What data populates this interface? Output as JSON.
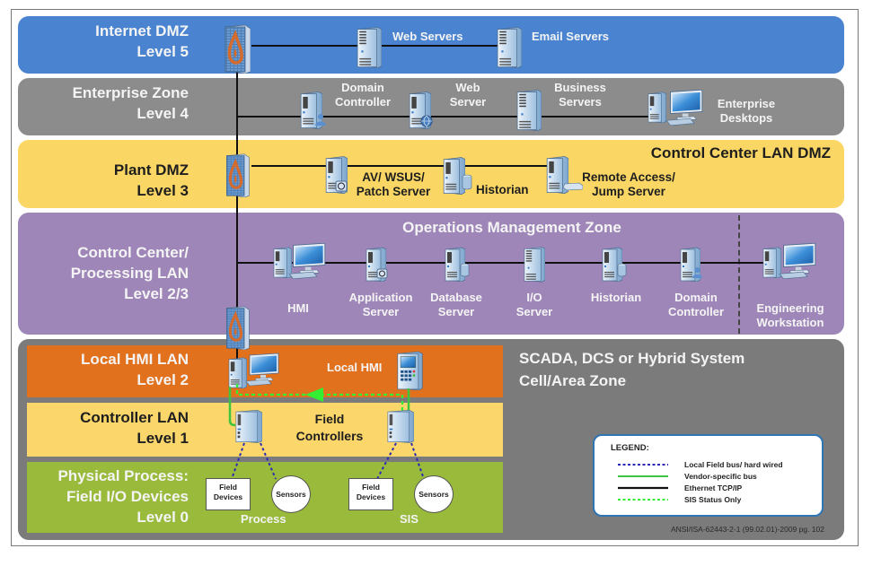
{
  "title": "ICS Network Reference Architecture (ISA-62443 Levels)",
  "colors": {
    "internet_dmz": "#4a84d0",
    "enterprise_zone": "#8c8c8c",
    "plant_dmz": "#fad665",
    "operations": "#9f86b8",
    "cell_area": "#7b7b7b",
    "local_hmi": "#e2711d",
    "controller_lan": "#fbd66a",
    "physical_process": "#9aba3c",
    "ethernet": "#111111",
    "field_bus": "#2a2ab4",
    "vendor_bus": "#3fc43f",
    "sis_status": "#33ee33"
  },
  "zones": {
    "internet_dmz": {
      "label_line1": "Internet DMZ",
      "label_line2": "Level 5",
      "devices": [
        {
          "name": "Web Servers",
          "icon": "server-tower-icon"
        },
        {
          "name": "Email Servers",
          "icon": "server-tower-icon"
        }
      ]
    },
    "enterprise_zone": {
      "label_line1": "Enterprise Zone",
      "label_line2": "Level 4",
      "devices": [
        {
          "line1": "Domain",
          "line2": "Controller",
          "icon": "domain-controller-server-icon"
        },
        {
          "line1": "Web",
          "line2": "Server",
          "icon": "web-server-icon"
        },
        {
          "line1": "Business",
          "line2": "Servers",
          "icon": "server-tower-icon"
        },
        {
          "line1": "Enterprise",
          "line2": "Desktops",
          "icon": "desktop-workstation-icon"
        }
      ]
    },
    "plant_dmz": {
      "label_line1": "Plant DMZ",
      "label_line2": "Level 3",
      "sub_title": "Control Center LAN DMZ",
      "devices": [
        {
          "line1": "AV/ WSUS/",
          "line2": "Patch Server",
          "icon": "application-server-icon"
        },
        {
          "line1": "Historian",
          "line2": "",
          "icon": "database-server-icon"
        },
        {
          "line1": "Remote Access/",
          "line2": "Jump Server",
          "icon": "remote-access-server-icon"
        }
      ]
    },
    "control_center": {
      "label_line1": "Control Center/",
      "label_line2": "Processing LAN",
      "label_line3": "Level 2/3",
      "sub_title": "Operations Management Zone",
      "devices": [
        {
          "line1": "HMI",
          "line2": "",
          "icon": "desktop-workstation-icon"
        },
        {
          "line1": "Application",
          "line2": "Server",
          "icon": "application-server-icon"
        },
        {
          "line1": "Database",
          "line2": "Server",
          "icon": "database-server-icon"
        },
        {
          "line1": "I/O",
          "line2": "Server",
          "icon": "server-tower-icon"
        },
        {
          "line1": "Historian",
          "line2": "",
          "icon": "database-server-icon"
        },
        {
          "line1": "Domain",
          "line2": "Controller",
          "icon": "domain-controller-server-icon"
        },
        {
          "line1": "Engineering",
          "line2": "Workstation",
          "icon": "desktop-workstation-icon"
        }
      ]
    },
    "cell_area": {
      "title_line1": "SCADA, DCS or Hybrid System",
      "title_line2": "Cell/Area Zone"
    },
    "local_hmi_lan": {
      "label_line1": "Local HMI LAN",
      "label_line2": "Level 2",
      "local_hmi_label": "Local HMI"
    },
    "controller_lan": {
      "label_line1": "Controller LAN",
      "label_line2": "Level 1",
      "field_controllers_line1": "Field",
      "field_controllers_line2": "Controllers"
    },
    "physical_process": {
      "label_line1": "Physical Process:",
      "label_line2": "Field I/O Devices",
      "label_line3": "Level 0",
      "groups": [
        {
          "name": "Process",
          "field_devices_line1": "Field",
          "field_devices_line2": "Devices",
          "sensors": "Sensors"
        },
        {
          "name": "SIS",
          "field_devices_line1": "Field",
          "field_devices_line2": "Devices",
          "sensors": "Sensors"
        }
      ]
    }
  },
  "legend": {
    "title": "LEGEND:",
    "items": [
      {
        "label": "Local Field bus/ hard wired",
        "style": "dashed",
        "color": "#2a2ab4"
      },
      {
        "label": "Vendor-specific bus",
        "style": "solid",
        "color": "#3fc43f"
      },
      {
        "label": "Ethernet TCP/IP",
        "style": "solid",
        "color": "#111111"
      },
      {
        "label": "SIS Status Only",
        "style": "dashed",
        "color": "#33ee33"
      }
    ]
  },
  "citation": "ANSI/ISA-62443-2-1 (99.02.01)-2009  pg. 102"
}
